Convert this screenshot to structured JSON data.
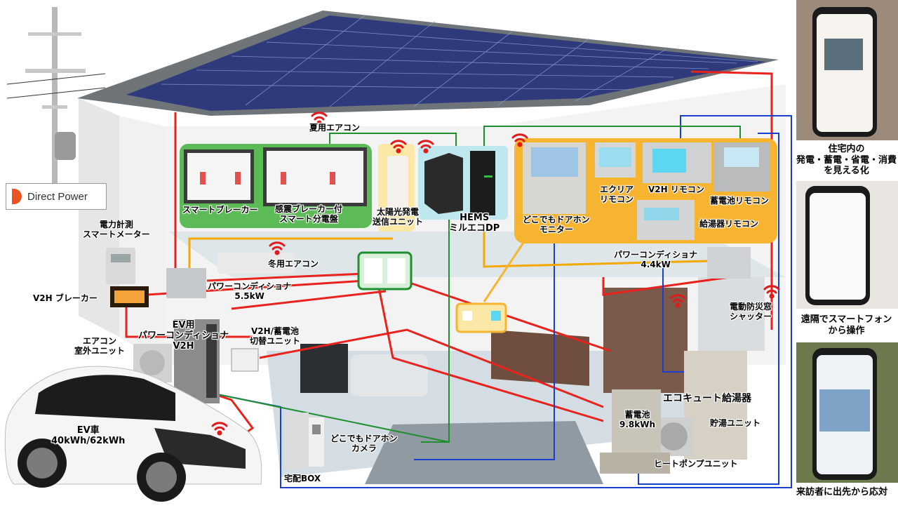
{
  "colors": {
    "power_line": "#e8231d",
    "signal_line": "#1a3fcf",
    "solar_line": "#f2a900",
    "hems_line": "#1f8f2f",
    "green_panel": "#5dbb57",
    "orange_panel": "#f7b431",
    "wifi": "#e11b1b"
  },
  "brand": {
    "logo_text": "Direct Power"
  },
  "labels": {
    "summer_ac": "夏用エアコン",
    "winter_ac": "冬用エアコン",
    "smart_breaker": "スマートブレーカー",
    "seismic_panel": "感震ブレーカー付\nスマート分電盤",
    "solar_unit": "太陽光発電\n送信ユニット",
    "hems": "HEMS\nミルエコDP",
    "doorphone_monitor": "どこでもドアホン\nモニター",
    "ecoria_remote": "エクリア\nリモコン",
    "v2h_remote": "V2H リモコン",
    "battery_remote": "蓄電池リモコン",
    "water_heater_remote": "給湯器リモコン",
    "power_meter": "電力計測\nスマートメーター",
    "v2h_breaker": "V2H ブレーカー",
    "pcs_55": "パワーコンディショナ\n5.5kW",
    "pcs_44": "パワーコンディショナ\n4.4kW",
    "ac_outdoor": "エアコン\n室外ユニット",
    "ev_pcs": "EV用\nパワーコンディショナ\nV2H",
    "switch_unit": "V2H/蓄電池\n切替ユニット",
    "ev_car": "EV車\n40kWh/62kWh",
    "door_camera": "どこでもドアホン\nカメラ",
    "delivery_box": "宅配BOX",
    "shutter": "電動防災窓\nシャッター",
    "ecocute": "エコキュート給湯器",
    "battery": "蓄電池\n9.8kWh",
    "tank_unit": "貯湯ユニット",
    "heat_pump": "ヒートポンプユニット"
  },
  "phones": [
    {
      "caption": "住宅内の\n発電・蓄電・省電・消費\nを見える化"
    },
    {
      "caption": "遠隔でスマートフォン\nから操作"
    },
    {
      "caption": "来訪者に出先から応対"
    }
  ]
}
